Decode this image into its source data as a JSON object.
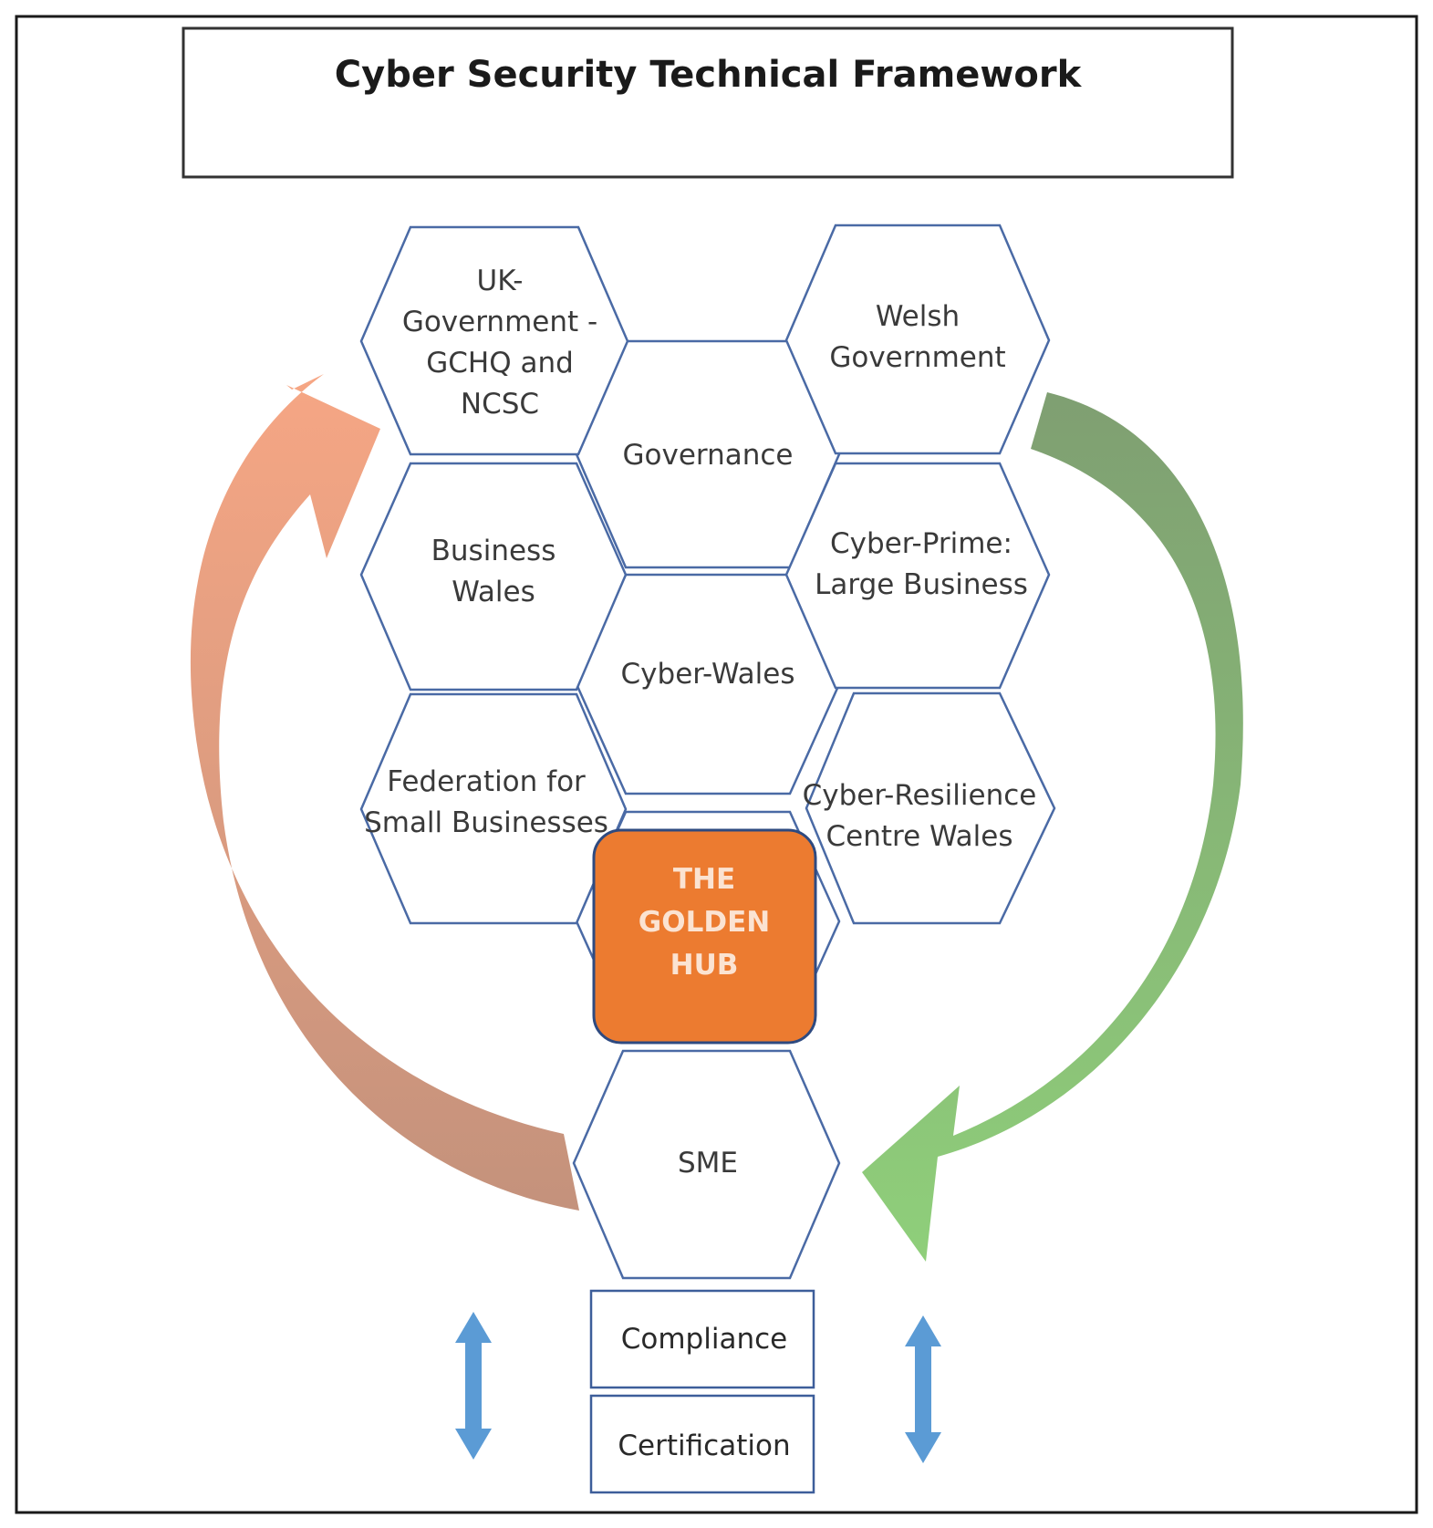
{
  "title": "Cyber Security Technical Framework",
  "hexagons": {
    "uk_government": [
      "UK-",
      "Government -",
      "GCHQ and",
      "NCSC"
    ],
    "welsh_government": [
      "Welsh",
      "Government"
    ],
    "governance": [
      "Governance"
    ],
    "business_wales": [
      "Business",
      "Wales"
    ],
    "cyber_prime": [
      "Cyber-Prime:",
      "Large Business"
    ],
    "cyber_wales": [
      "Cyber-Wales"
    ],
    "federation": [
      "Federation for",
      "Small Businesses"
    ],
    "cyber_resilience": [
      "Cyber-Resilience",
      "Centre Wales"
    ],
    "sme": [
      "SME"
    ]
  },
  "hub": [
    "THE",
    "GOLDEN",
    "HUB"
  ],
  "boxes": {
    "compliance": "Compliance",
    "certification": "Certification"
  },
  "colors": {
    "hex_stroke": "#4a6aa5",
    "hub_fill": "#ec7b30",
    "left_arrow": "#e9a07a",
    "right_arrow": "#7aa86a",
    "double_arrows": "#5b9bd5"
  }
}
